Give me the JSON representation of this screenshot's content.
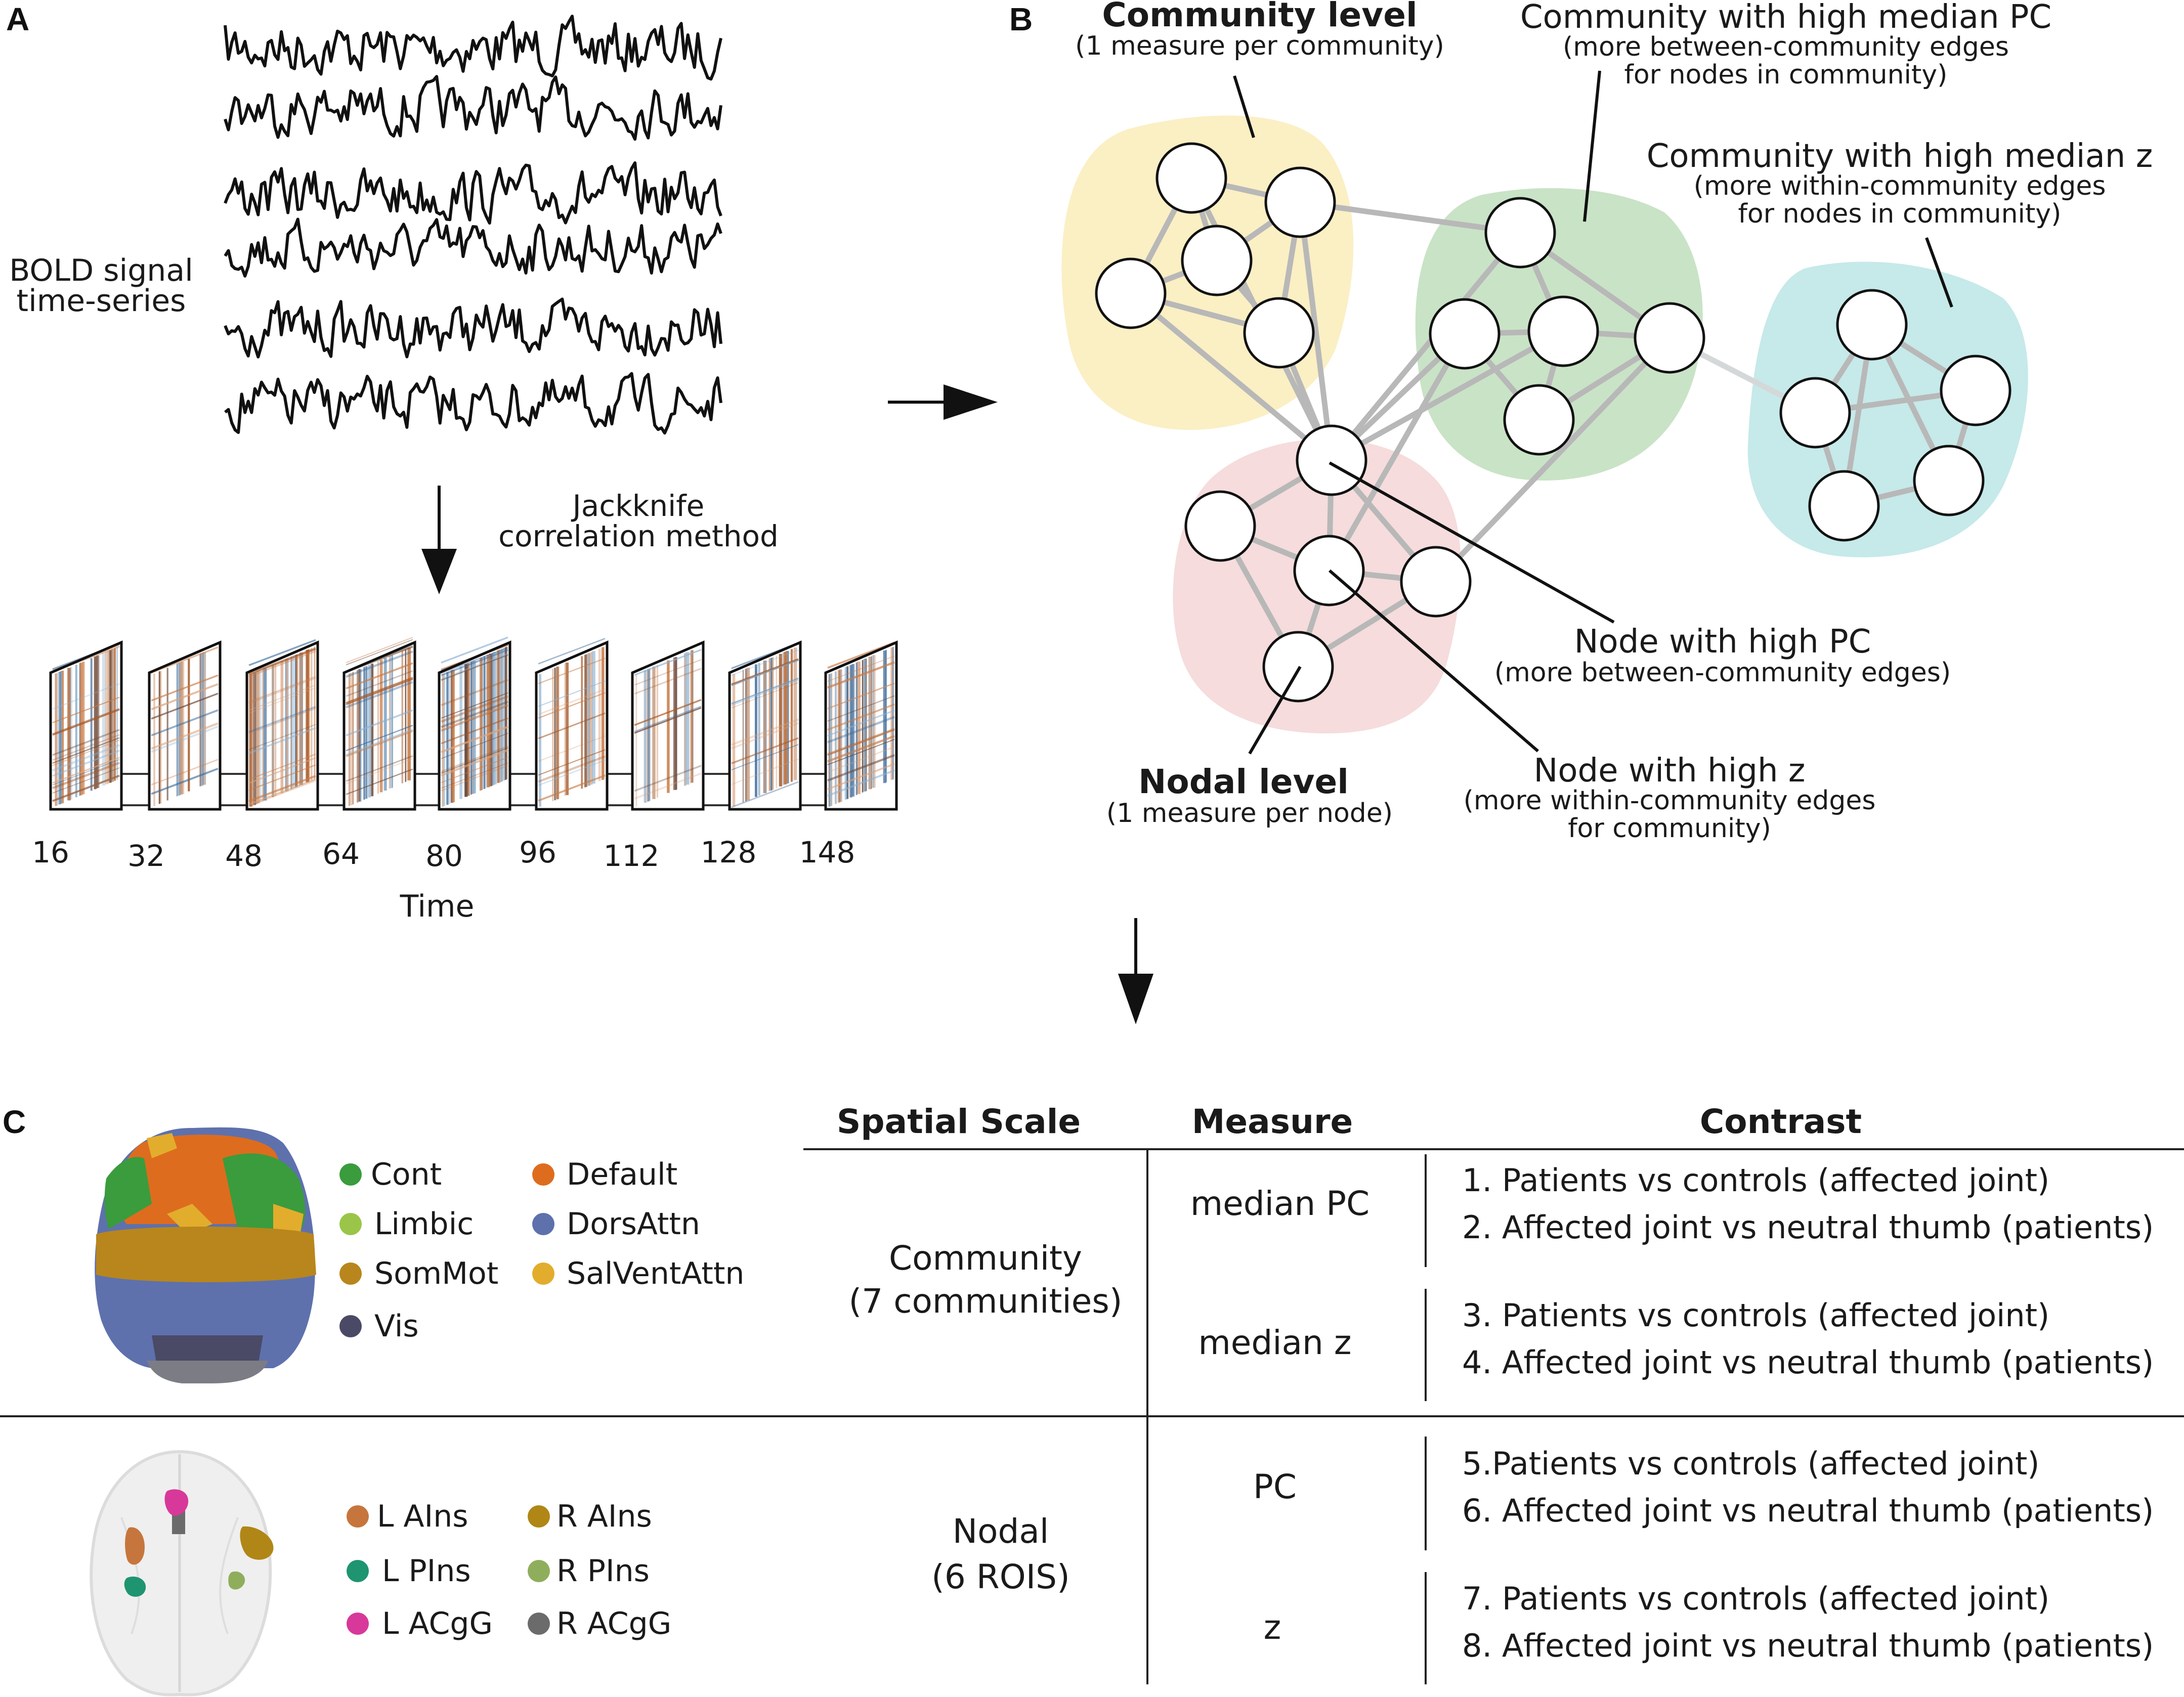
{
  "panel_labels": {
    "a": "A",
    "b": "B",
    "c": "C"
  },
  "panel_a": {
    "signal_label_line1": "BOLD signal",
    "signal_label_line2": "time-series",
    "method_line1": "Jackknife",
    "method_line2": "correlation method",
    "time_ticks": [
      "16",
      "32",
      "48",
      "64",
      "80",
      "96",
      "112",
      "128",
      "148"
    ],
    "time_label": "Time"
  },
  "panel_b": {
    "community_level_title": "Community level",
    "community_level_sub": "(1 measure per community)",
    "high_pc_title": "Community with high median PC",
    "high_pc_sub1": "(more between-community edges",
    "high_pc_sub2": "for nodes in community)",
    "high_z_title": "Community with high median z",
    "high_z_sub1": "(more within-community edges",
    "high_z_sub2": "for nodes in community)",
    "node_pc_title": "Node with high PC",
    "node_pc_sub": "(more between-community edges)",
    "node_z_title": "Node with high z",
    "node_z_sub1": "(more within-community edges",
    "node_z_sub2": "for community)",
    "nodal_level_title": "Nodal level",
    "nodal_level_sub": "(1 measure per node)",
    "community_colors": {
      "yellow": "#fbefc4",
      "green": "#c9e3c6",
      "cyan": "#c6e9e9",
      "pink": "#f6dcdc"
    }
  },
  "panel_c": {
    "networks": [
      {
        "name": "Cont",
        "color": "#3a9c3c"
      },
      {
        "name": "Default",
        "color": "#de6c1e"
      },
      {
        "name": "Limbic",
        "color": "#9ac548"
      },
      {
        "name": "DorsAttn",
        "color": "#5e71ad"
      },
      {
        "name": "SomMot",
        "color": "#b8861c"
      },
      {
        "name": "SalVentAttn",
        "color": "#e2ad2c"
      },
      {
        "name": "Vis",
        "color": "#4a4a66"
      }
    ],
    "rois": [
      {
        "name": "L AIns",
        "color": "#c6763c"
      },
      {
        "name": "R AIns",
        "color": "#b08716"
      },
      {
        "name": "L PIns",
        "color": "#1f9470"
      },
      {
        "name": "R PIns",
        "color": "#8fae5c"
      },
      {
        "name": "L ACgG",
        "color": "#d8389a"
      },
      {
        "name": "R ACgG",
        "color": "#6b6b6b"
      }
    ],
    "table": {
      "headers": [
        "Spatial Scale",
        "Measure",
        "Contrast"
      ],
      "community_scale_line1": "Community",
      "community_scale_line2": "(7  communities)",
      "nodal_scale_line1": "Nodal",
      "nodal_scale_line2": "(6 ROIS)",
      "measures": [
        "median PC",
        "median z",
        "PC",
        "z"
      ],
      "contrasts": [
        "1. Patients vs controls (affected joint)",
        "2. Affected joint vs neutral thumb (patients)",
        "3. Patients vs controls (affected joint)",
        "4. Affected joint vs neutral thumb (patients)",
        "5.Patients vs controls (affected joint)",
        "6. Affected joint vs neutral thumb (patients)",
        "7. Patients vs controls (affected joint)",
        "8. Affected joint vs neutral thumb (patients)"
      ]
    }
  }
}
